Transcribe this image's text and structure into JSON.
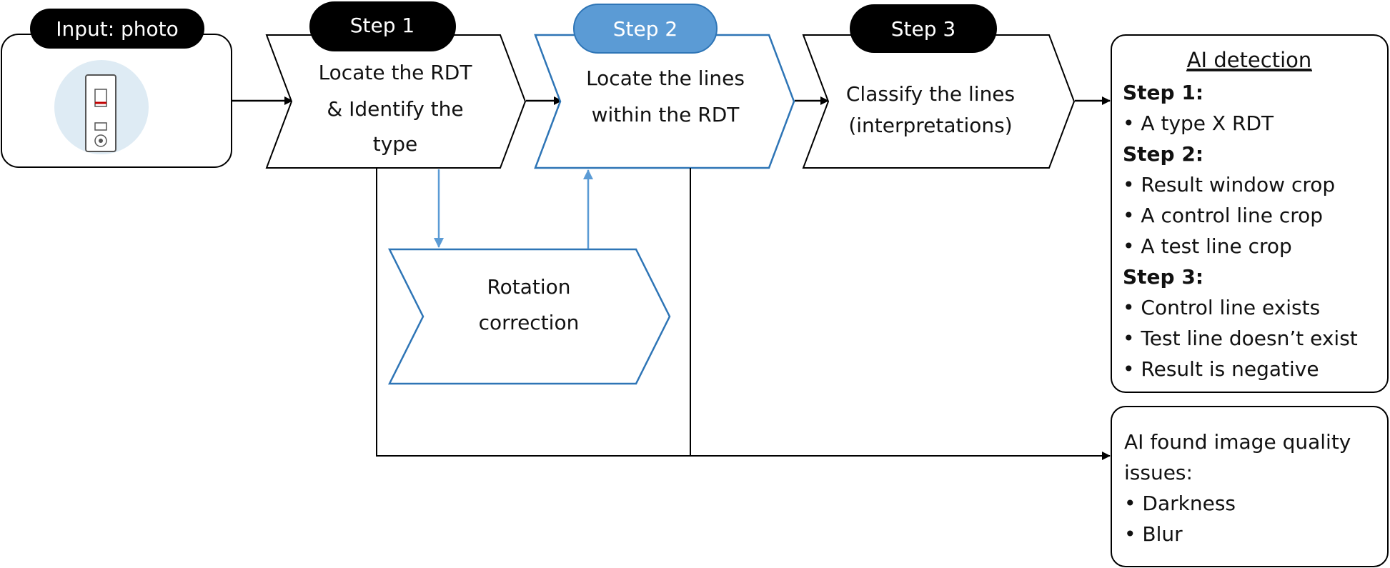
{
  "input_box": {
    "label": "Input: photo"
  },
  "steps": [
    {
      "tag": "Step 1",
      "lines": [
        "Locate the RDT",
        "& Identify the",
        "type"
      ]
    },
    {
      "tag": "Step 2",
      "lines": [
        "Locate the lines",
        "within the RDT"
      ]
    },
    {
      "tag": "Step 3",
      "lines": [
        "Classify the lines",
        "(interpretations)"
      ]
    }
  ],
  "rotation": {
    "lines": [
      "Rotation",
      "correction"
    ]
  },
  "ai_detection": {
    "title": "AI detection",
    "step1_heading": "Step 1:",
    "step1_items": [
      "• A type X RDT"
    ],
    "step2_heading": "Step 2:",
    "step2_items": [
      "• Result window crop",
      "• A control line crop",
      "• A test line crop"
    ],
    "step3_heading": "Step 3:",
    "step3_items": [
      "• Control line exists",
      "• Test line doesn’t exist",
      "• Result is negative"
    ]
  },
  "quality": {
    "lines": [
      "AI found image quality",
      "issues:"
    ],
    "items": [
      "• Darkness",
      "• Blur"
    ]
  },
  "colors": {
    "black": "#000000",
    "blue": "#2e75b6",
    "blue_fill": "#5b9bd5",
    "blue_arrow": "#5b9bd5",
    "rdt_circle": "#deebf4",
    "red_line": "#c00000"
  }
}
